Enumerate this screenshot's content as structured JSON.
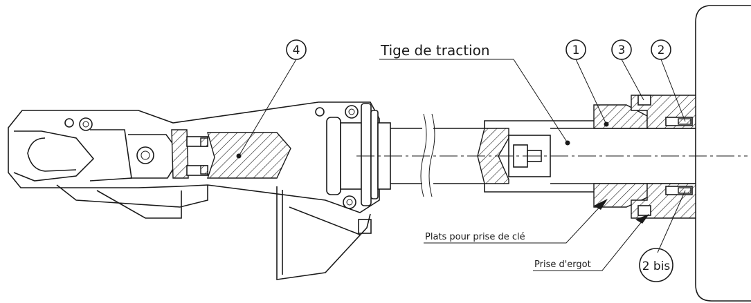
{
  "labels": {
    "tige": "Tige de traction",
    "plats": "Plats pour prise de clé",
    "ergot": "Prise d'ergot"
  },
  "balloons": {
    "b1": "1",
    "b2": "2",
    "b3": "3",
    "b4": "4",
    "b2bis": "2 bis"
  }
}
